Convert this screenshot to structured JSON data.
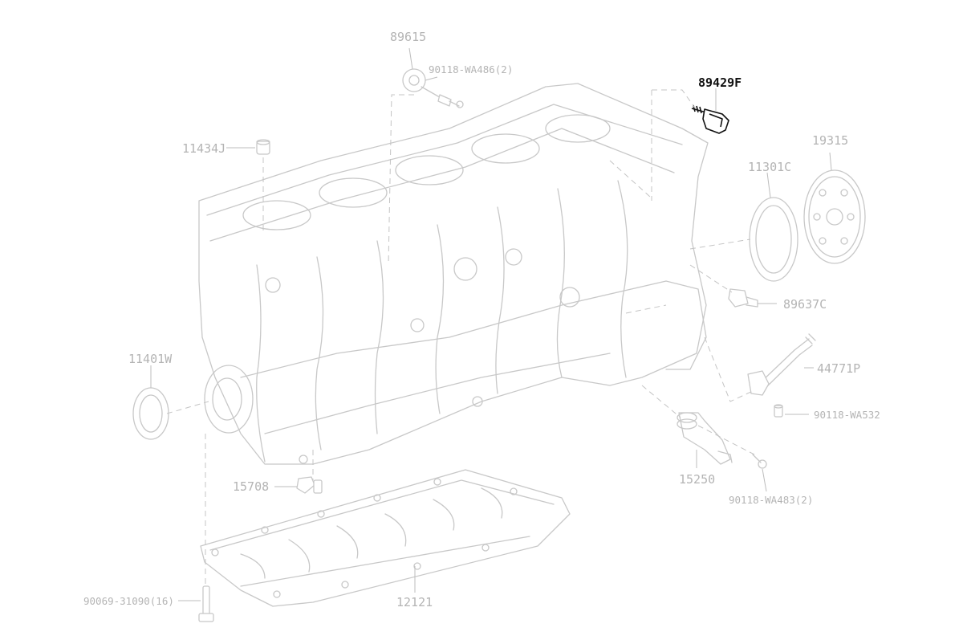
{
  "parts": {
    "p89615": "89615",
    "p90118_wa486": "90118-WA486(2)",
    "p89429f": "89429F",
    "p11434j": "11434J",
    "p19315": "19315",
    "p11301c": "11301C",
    "p89637c": "89637C",
    "p11401w": "11401W",
    "p44771p": "44771P",
    "p90118_wa532": "90118-WA532",
    "p15250": "15250",
    "p90118_wa483": "90118-WA483(2)",
    "p15708": "15708",
    "p90069_31090": "90069-31090(16)",
    "p12121": "12121"
  },
  "colors": {
    "line": "#c8c8c8",
    "label": "#b4b4b4",
    "highlight": "#111111"
  }
}
